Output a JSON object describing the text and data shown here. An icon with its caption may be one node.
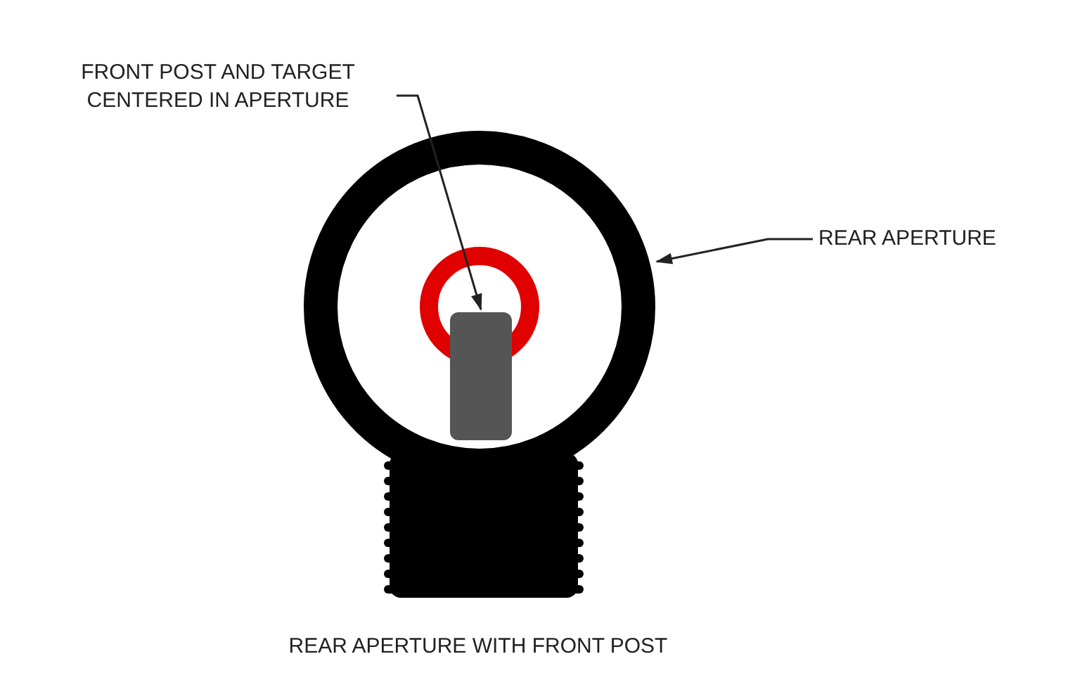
{
  "diagram": {
    "caption": "REAR APERTURE WITH FRONT POST",
    "nodes": [
      {
        "text": [
          "FRONT POST AND TARGET CENTERED IN APERTURE"
        ]
      },
      {
        "text": [
          "REAR APERTURE"
        ]
      },
      {
        "text": [],
        "shape": "box",
        "in": 3
      },
      {
        "text": [],
        "shape": "circle"
      }
    ],
    "edges": [
      {
        "from": 0,
        "to": 2,
        "arrow": "to"
      },
      {
        "from": 1,
        "to": 3,
        "arrow": "to"
      }
    ]
  }
}
